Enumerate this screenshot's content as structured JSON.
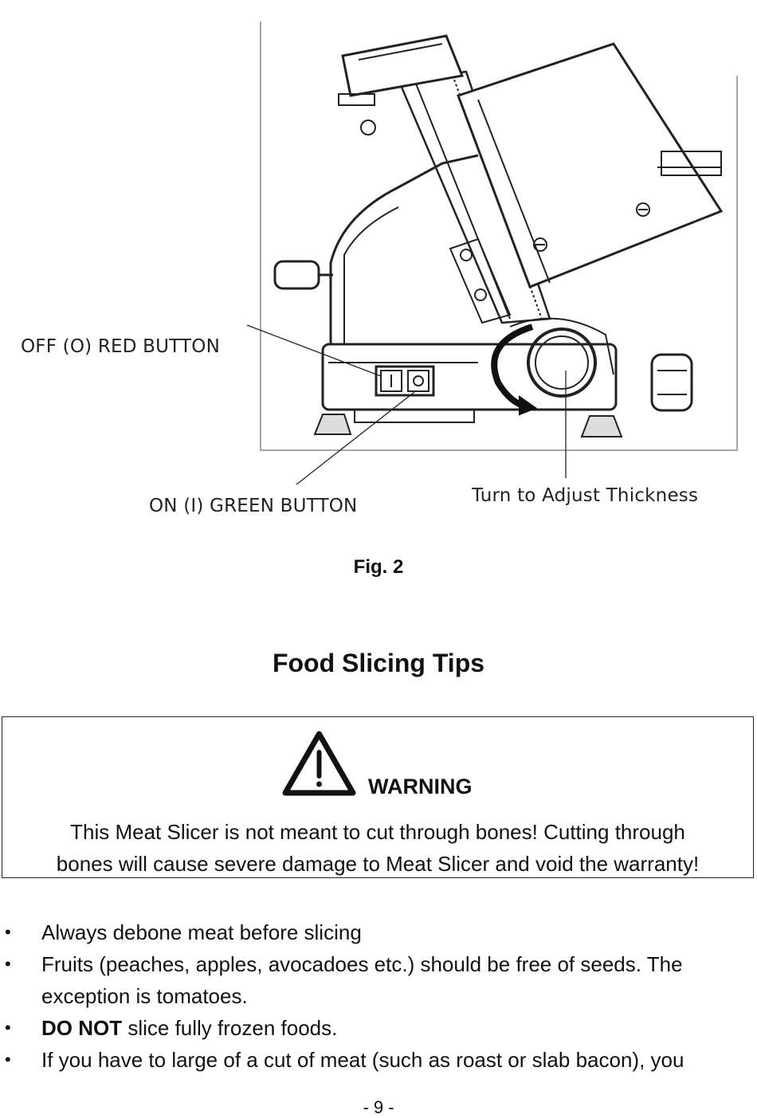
{
  "figure": {
    "callouts": {
      "off": "OFF (O) RED BUTTON",
      "on": "ON (I) GREEN BUTTON",
      "thickness": "Turn to Adjust Thickness"
    },
    "caption": "Fig. 2"
  },
  "section_title": "Food Slicing Tips",
  "warning": {
    "label": "WARNING",
    "lines": [
      "This Meat Slicer is not meant to cut through bones! Cutting through",
      "bones will cause severe damage to Meat Slicer and void the warranty!"
    ]
  },
  "tips": {
    "items": [
      {
        "text": "Always debone meat before slicing"
      },
      {
        "text": "Fruits (peaches, apples, avocadoes etc.) should be free of seeds. The exception is tomatoes."
      },
      {
        "bold": "DO NOT",
        "text": " slice fully frozen foods."
      },
      {
        "text": "If you have to large of a cut of meat (such as roast or slab bacon), you"
      }
    ]
  },
  "page_number": "- 9 -"
}
